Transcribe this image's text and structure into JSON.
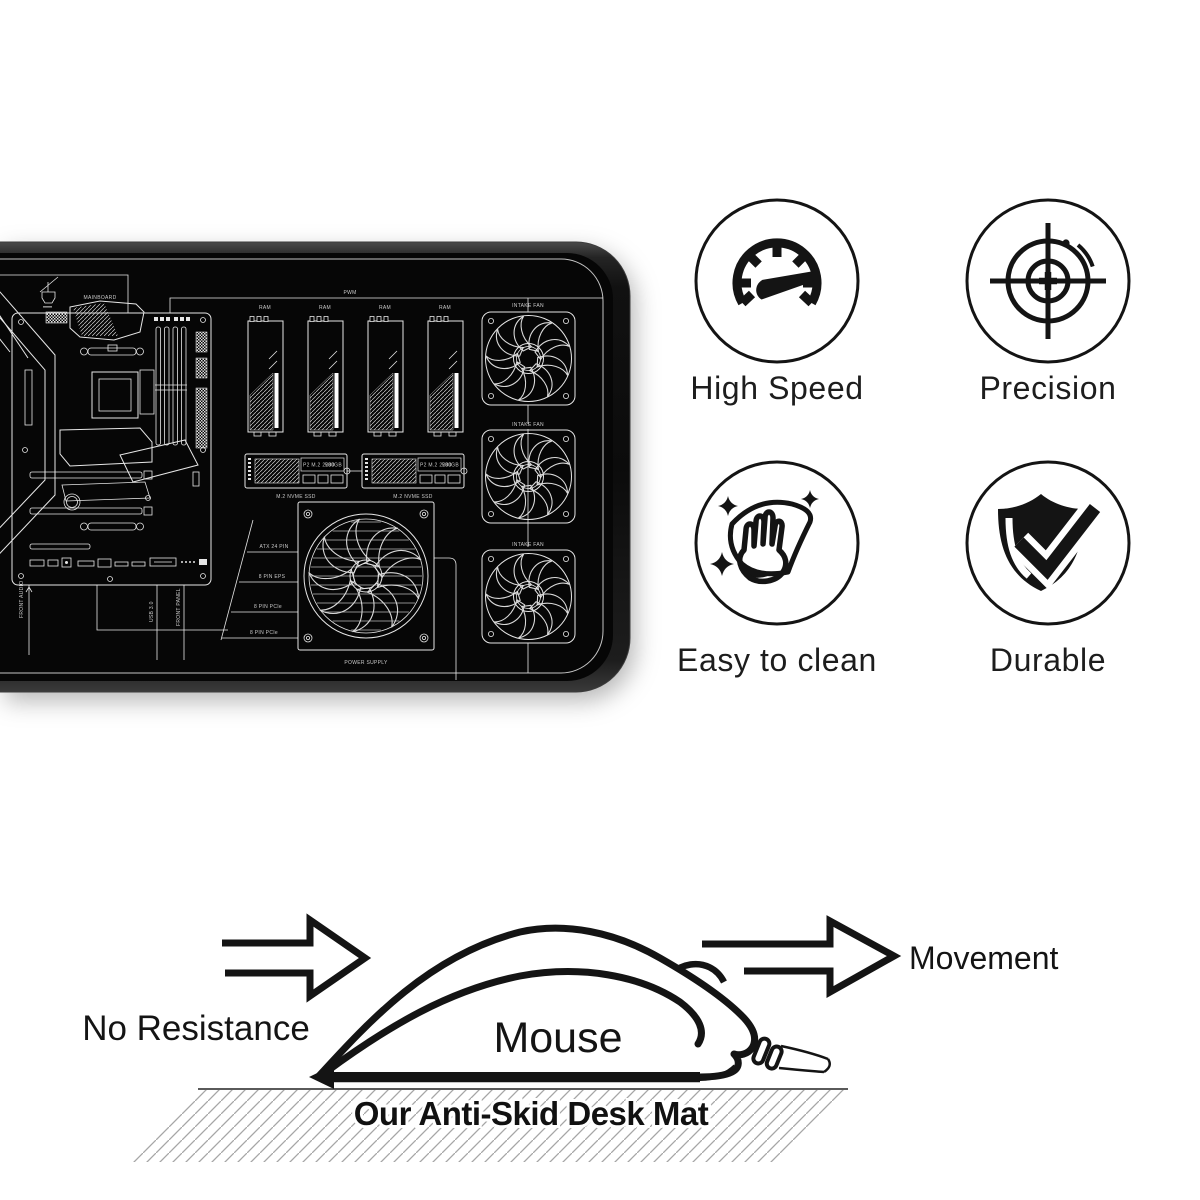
{
  "colors": {
    "background": "#ffffff",
    "mat_surface": "#060606",
    "blueprint_line": "#e6e6e6",
    "ink": "#141414",
    "ground_hatch": "#a6a6a6"
  },
  "mat": {
    "labels": {
      "mainboard": "MAINBOARD",
      "pwm": "PWM",
      "ram": "RAM",
      "intake_fan": "INTAKE FAN",
      "ssd_title": "P2 M.2 2280",
      "ssd_capacity": "500GB",
      "ssd_caption": "M.2 NVME SSD",
      "cable_atx": "ATX 24 PIN",
      "cable_eps": "8 PIN EPS",
      "cable_pcie_a": "8 PIN PCIe",
      "cable_pcie_b": "8 PIN PCIe",
      "power_supply": "POWER SUPPLY",
      "front_audio": "FRONT AUDIO",
      "usb": "USB 3.0",
      "front_panel": "FRONT PANEL"
    }
  },
  "features": [
    {
      "id": "high-speed",
      "icon": "speedometer-icon",
      "label": "High Speed"
    },
    {
      "id": "precision",
      "icon": "crosshair-target-icon",
      "label": "Precision"
    },
    {
      "id": "easy-clean",
      "icon": "wiping-hand-icon",
      "label": "Easy to clean"
    },
    {
      "id": "durable",
      "icon": "shield-check-icon",
      "label": "Durable"
    }
  ],
  "diagram": {
    "no_resistance": "No Resistance",
    "mouse": "Mouse",
    "movement": "Movement",
    "caption": "Our Anti-Skid Desk Mat"
  }
}
